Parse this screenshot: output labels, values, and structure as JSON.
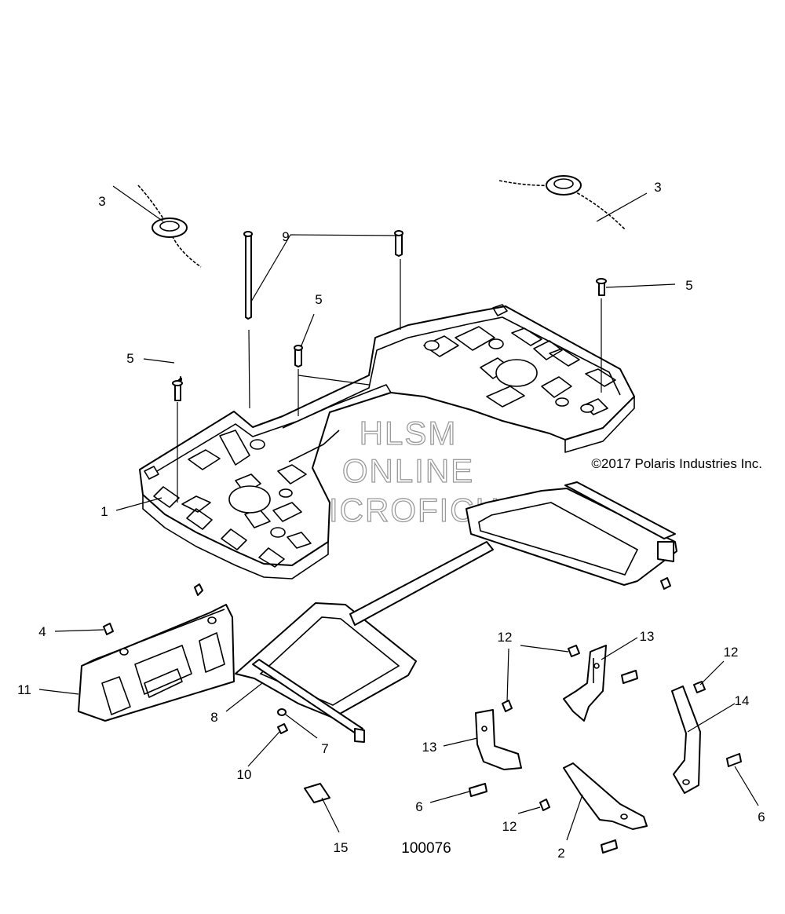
{
  "diagram": {
    "copyright": "©2017 Polaris Industries Inc.",
    "reference_number": "100076",
    "watermark": [
      "HLSM",
      "ONLINE",
      "MICROFICHE"
    ],
    "callouts": [
      "1",
      "2",
      "3",
      "3",
      "4",
      "5",
      "5",
      "5",
      "6",
      "6",
      "7",
      "8",
      "9",
      "10",
      "11",
      "12",
      "12",
      "12",
      "13",
      "13",
      "14",
      "15"
    ]
  }
}
